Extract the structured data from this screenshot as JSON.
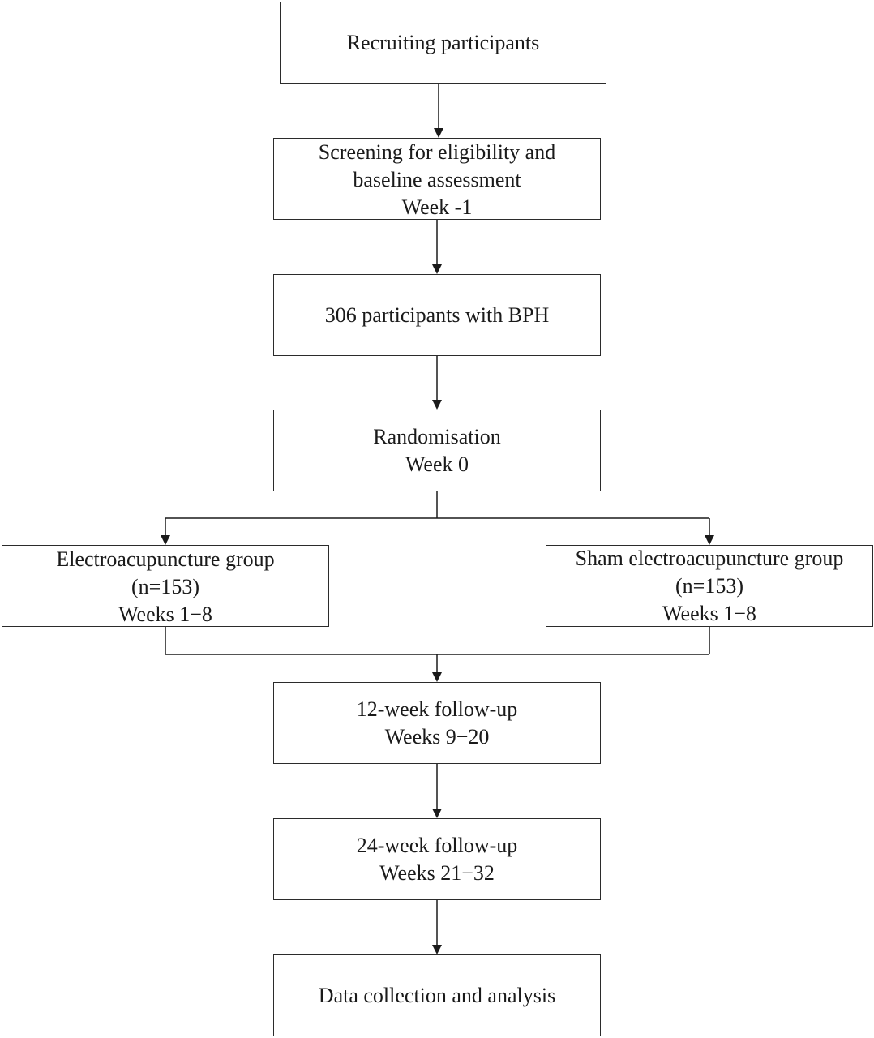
{
  "boxes": {
    "recruiting": {
      "line1": "Recruiting participants"
    },
    "screening": {
      "line1": "Screening for eligibility and",
      "line2": "baseline assessment",
      "line3": "Week -1"
    },
    "participants": {
      "line1": "306 participants with BPH"
    },
    "randomisation": {
      "line1": "Randomisation",
      "line2": "Week 0"
    },
    "electroacupuncture": {
      "line1": "Electroacupuncture group",
      "line2": "(n=153)",
      "line3": "Weeks 1−8"
    },
    "sham": {
      "line1": "Sham electroacupuncture group",
      "line2": "(n=153)",
      "line3": "Weeks 1−8"
    },
    "followup12": {
      "line1": "12-week follow-up",
      "line2": "Weeks 9−20"
    },
    "followup24": {
      "line1": "24-week follow-up",
      "line2": "Weeks 21−32"
    },
    "analysis": {
      "line1": "Data collection and analysis"
    }
  }
}
